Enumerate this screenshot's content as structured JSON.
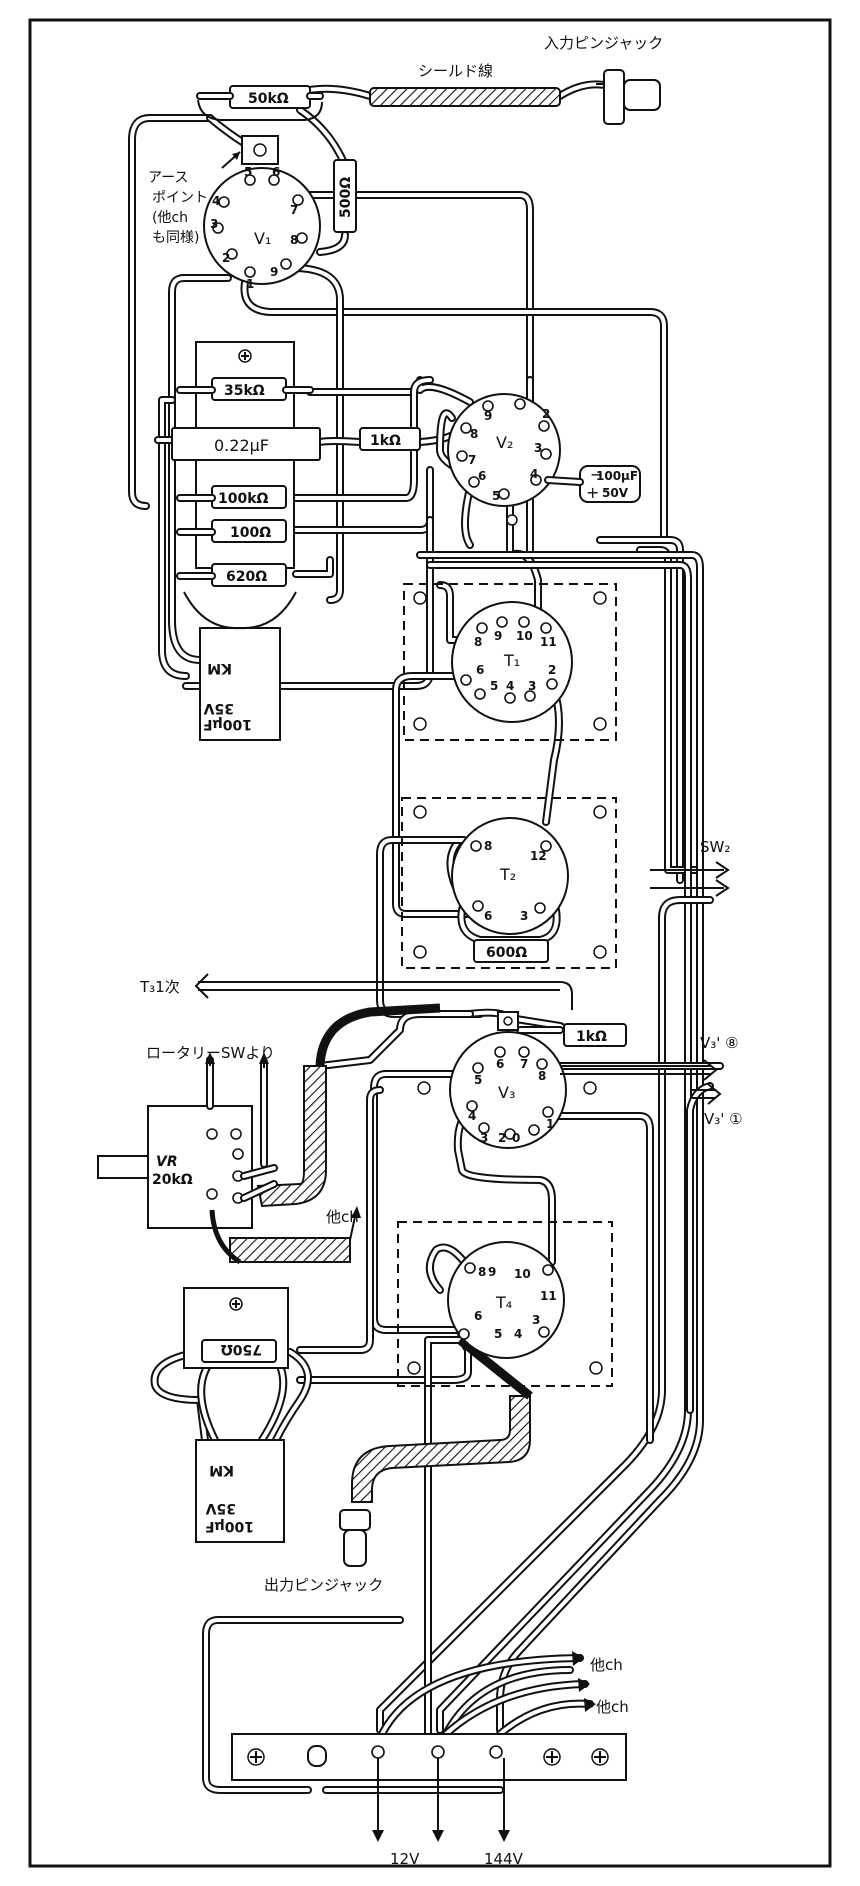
{
  "labels": {
    "input_jack": "入力ピンジャック",
    "shield_wire": "シールド線",
    "earth_point": [
      "アース",
      "ポイント",
      "(他ch",
      "も同様)"
    ],
    "output_jack": "出力ピンジャック",
    "rotary_sw": "ロータリーSWより",
    "t3_primary": "T₃1次",
    "sw2": "SW₂",
    "v3_pin8": "V₃' ⑧",
    "v3_pin1": "V₃' ①",
    "other_ch": "他ch",
    "other_ch_2": "他ch",
    "other_ch_3": "他ch",
    "v_12": "12V",
    "v_144": "144V"
  },
  "tubes": {
    "v1": "V₁",
    "v2": "V₂",
    "v3": "V₃"
  },
  "transformers": {
    "t1": "T₁",
    "t2": "T₂",
    "t4": "T₄"
  },
  "components": {
    "r_50k": "50kΩ",
    "r_500": "500Ω",
    "r_35k": "35kΩ",
    "c_022": "0.22μF",
    "r_1k_a": "1kΩ",
    "r_100k": "100kΩ",
    "r_100": "100Ω",
    "r_620": "620Ω",
    "r_600": "600Ω",
    "r_1k_b": "1kΩ",
    "r_750": "750Ω",
    "vr": "VR",
    "vr_value": "20kΩ",
    "c_small": [
      "100μF",
      "50V"
    ],
    "c_big_1": [
      "100μF",
      "35V",
      "KM"
    ],
    "c_big_2": [
      "100μF",
      "35V",
      "KM"
    ]
  },
  "colors": {
    "ink": "#111111",
    "paper": "#ffffff"
  }
}
